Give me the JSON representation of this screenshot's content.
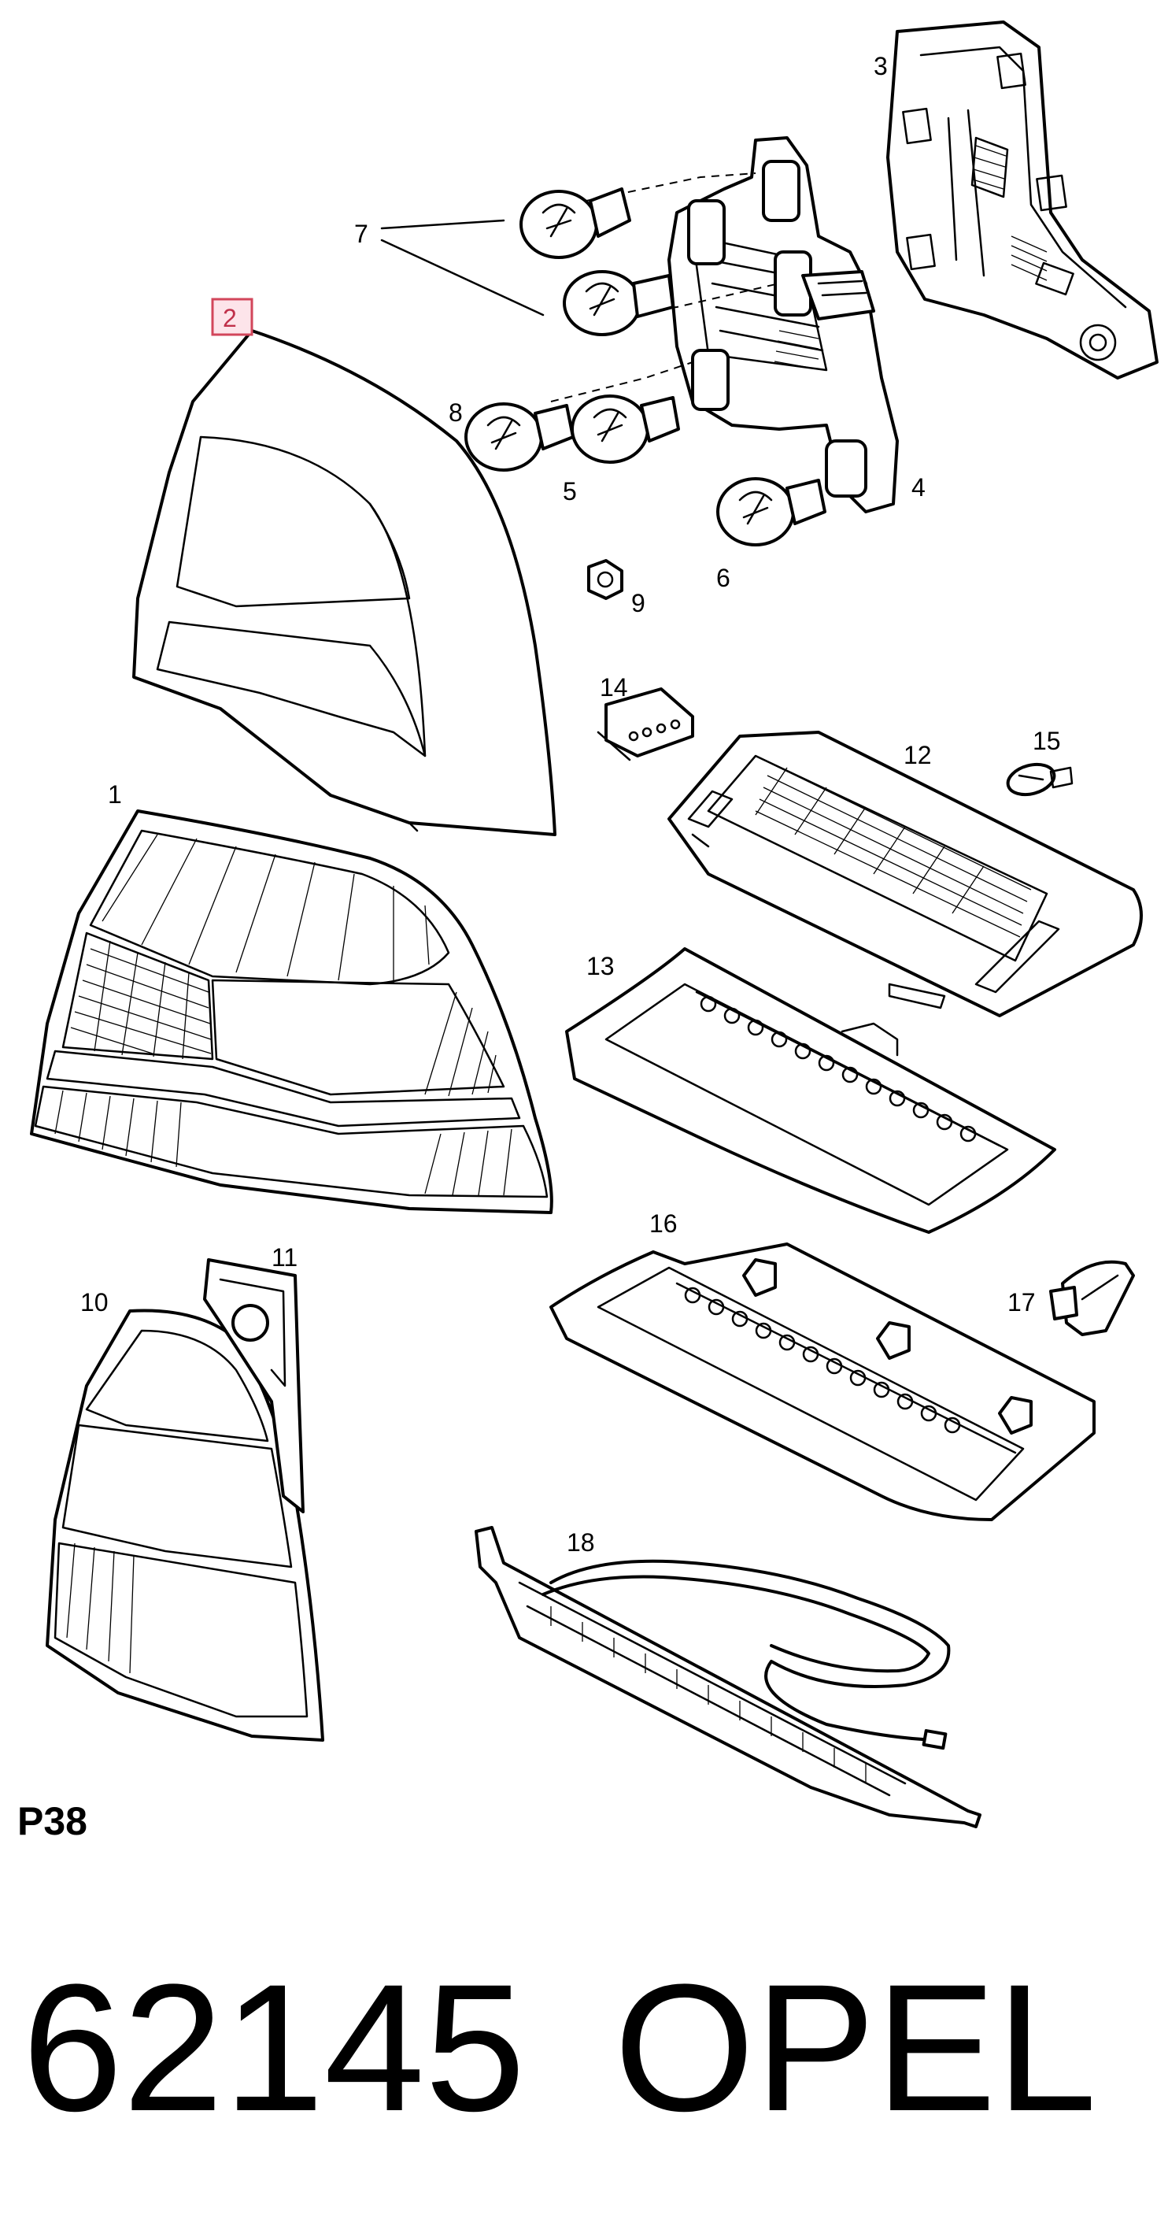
{
  "callouts": [
    {
      "id": "1",
      "label": "1"
    },
    {
      "id": "2",
      "label": "2",
      "highlighted": true
    },
    {
      "id": "3",
      "label": "3"
    },
    {
      "id": "4",
      "label": "4"
    },
    {
      "id": "5",
      "label": "5"
    },
    {
      "id": "6",
      "label": "6"
    },
    {
      "id": "7",
      "label": "7"
    },
    {
      "id": "8",
      "label": "8"
    },
    {
      "id": "9",
      "label": "9"
    },
    {
      "id": "10",
      "label": "10"
    },
    {
      "id": "11",
      "label": "11"
    },
    {
      "id": "12",
      "label": "12"
    },
    {
      "id": "13",
      "label": "13"
    },
    {
      "id": "14",
      "label": "14"
    },
    {
      "id": "15",
      "label": "15"
    },
    {
      "id": "16",
      "label": "16"
    },
    {
      "id": "17",
      "label": "17"
    },
    {
      "id": "18",
      "label": "18"
    }
  ],
  "page_code": "P38",
  "part_number": "62145",
  "brand": "OPEL",
  "colors": {
    "highlight_border": "#d2465b",
    "highlight_fill": "#fde4ea",
    "highlight_text": "#c0304a",
    "ink": "#000000"
  }
}
